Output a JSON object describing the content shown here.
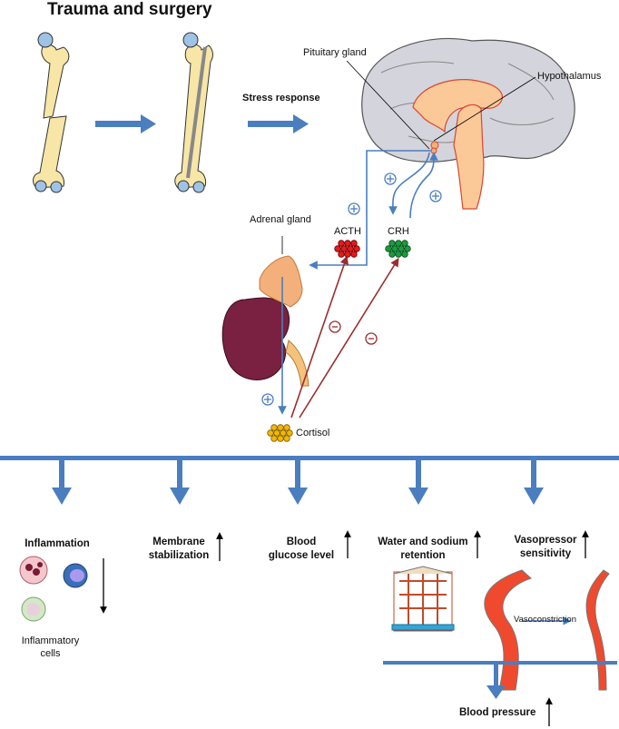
{
  "title": "Trauma and surgery",
  "labels": {
    "stress_response": "Stress response",
    "pituitary": "Pituitary gland",
    "hypothalamus": "Hypothalamus",
    "adrenal": "Adrenal gland",
    "acth": "ACTH",
    "crh": "CRH",
    "cortisol": "Cortisol",
    "plus": "+",
    "minus": "-",
    "vasoconstriction": "Vasoconstriction"
  },
  "effects": [
    {
      "line1": "Inflammation",
      "line2": "",
      "direction": "down"
    },
    {
      "line1": "Membrane",
      "line2": "stabilization",
      "direction": "up"
    },
    {
      "line1": "Blood",
      "line2": "glucose level",
      "direction": "up"
    },
    {
      "line1": "Water and sodium",
      "line2": "retention",
      "direction": "up"
    },
    {
      "line1": "Vasopressor",
      "line2": "sensitivity",
      "direction": "up"
    }
  ],
  "inflammatory_cells": {
    "line1": "Inflammatory",
    "line2": "cells"
  },
  "outcome": {
    "label": "Blood pressure",
    "direction": "up"
  },
  "colors": {
    "flow_blue": "#4a7ebf",
    "inhibit_red": "#9b2c2c",
    "acth_red": "#e8191c",
    "crh_green": "#1a9c3e",
    "cortisol_yellow": "#f2b800",
    "bone": "#f7e6a6",
    "bone_tip": "#9fc3e6",
    "kidney": "#7a2040",
    "adrenal": "#f4b07a",
    "brain_gray": "#d4d4dc",
    "brain_inner": "#fbc998",
    "vessel": "#ef4a2e"
  }
}
